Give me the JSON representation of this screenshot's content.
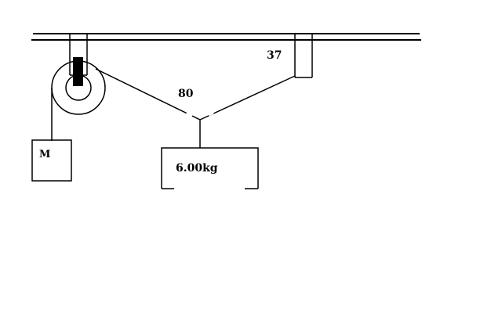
{
  "labels": {
    "right_angle": "37",
    "left_angle": "80",
    "hanging_mass": "6.00kg",
    "counter_mass": "M"
  },
  "colors": {
    "background": "#ffffff",
    "stroke": "#000000"
  }
}
